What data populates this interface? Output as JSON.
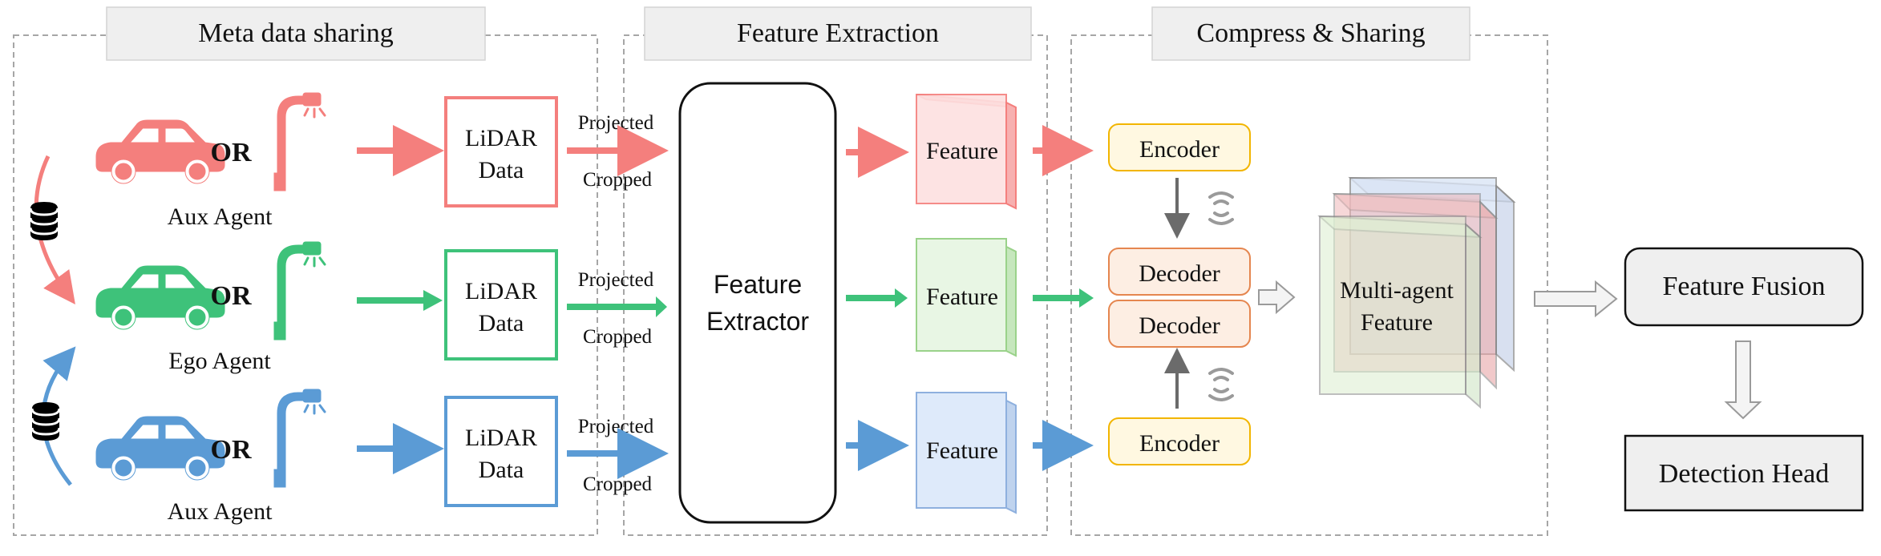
{
  "colors": {
    "aux_red": "#f47f7d",
    "ego_green": "#3ec27a",
    "aux_blue": "#5b9bd5",
    "encoder_fill": "#fff8e1",
    "encoder_stroke": "#f2b500",
    "decoder_fill": "#fdeee3",
    "decoder_stroke": "#e5864f",
    "section_gray": "#efefef"
  },
  "sections": {
    "meta": "Meta data sharing",
    "feature_extraction": "Feature Extraction",
    "compress": "Compress & Sharing"
  },
  "agents": [
    {
      "label": "Aux Agent",
      "or": "OR",
      "color": "aux_red"
    },
    {
      "label": "Ego Agent",
      "or": "OR",
      "color": "ego_green"
    },
    {
      "label": "Aux Agent",
      "or": "OR",
      "color": "aux_blue"
    }
  ],
  "lidar": {
    "line1": "LiDAR",
    "line2": "Data"
  },
  "transform": {
    "projected": "Projected",
    "cropped": "Cropped"
  },
  "extractor": {
    "line1": "Feature",
    "line2": "Extractor"
  },
  "feature_label": "Feature",
  "encoder_label": "Encoder",
  "decoder_label": "Decoder",
  "multi_agent": {
    "line1": "Multi-agent",
    "line2": "Feature"
  },
  "fusion_label": "Feature Fusion",
  "detection_label": "Detection Head",
  "icons": [
    "car-icon",
    "street-lamp-icon",
    "database-icon",
    "wireless-signal-icon"
  ]
}
